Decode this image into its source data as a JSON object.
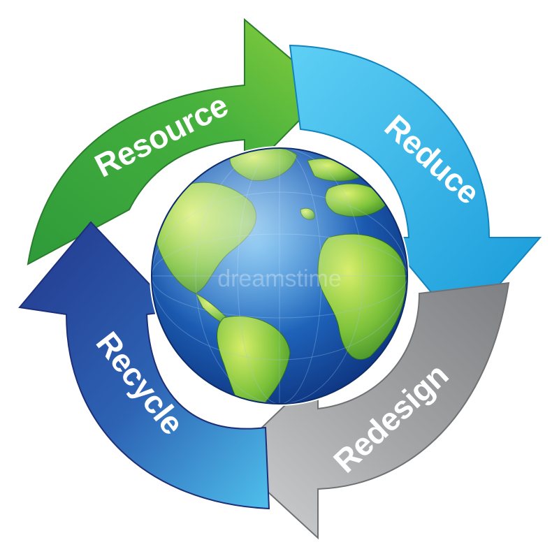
{
  "diagram": {
    "steps": [
      {
        "id": "resource",
        "label": "Resource",
        "color": "#3fae3c",
        "color_light": "#7dcb3a"
      },
      {
        "id": "reduce",
        "label": "Reduce",
        "color": "#1aa3e0",
        "color_light": "#5fd0f5"
      },
      {
        "id": "redesign",
        "label": "Redesign",
        "color": "#8f9195",
        "color_light": "#c9cacb"
      },
      {
        "id": "recycle",
        "label": "Recycle",
        "color": "#26439a",
        "color_light": "#3aa6df"
      }
    ],
    "center": {
      "icon": "globe-icon"
    },
    "watermark": "dreamstime"
  }
}
